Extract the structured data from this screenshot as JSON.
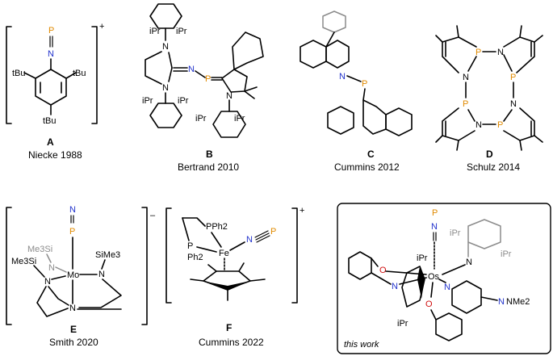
{
  "panels": [
    {
      "label": "A",
      "caption": "Niecke 1988"
    },
    {
      "label": "B",
      "caption": "Bertrand 2010"
    },
    {
      "label": "C",
      "caption": "Cummins 2012"
    },
    {
      "label": "D",
      "caption": "Schulz 2014"
    },
    {
      "label": "E",
      "caption": "Smith 2020"
    },
    {
      "label": "F",
      "caption": "Cummins 2022"
    }
  ],
  "this_work": "this work",
  "atoms": {
    "P": "P",
    "N": "N",
    "O": "O",
    "Mo": "Mo",
    "Fe": "Fe",
    "Os": "Os",
    "tBu": "tBu",
    "iPr": "iPr",
    "SiMe3": "SiMe3",
    "Me3Si": "Me3Si",
    "PPh2": "PPh2",
    "Ph2": "Ph2",
    "NMe2": "NMe2"
  },
  "charges": {
    "plus": "+",
    "minus": "–"
  },
  "colors": {
    "phosphorus": "#e08a00",
    "nitrogen": "#2233cc",
    "oxygen": "#d01010",
    "grey": "#8c8c8c"
  }
}
